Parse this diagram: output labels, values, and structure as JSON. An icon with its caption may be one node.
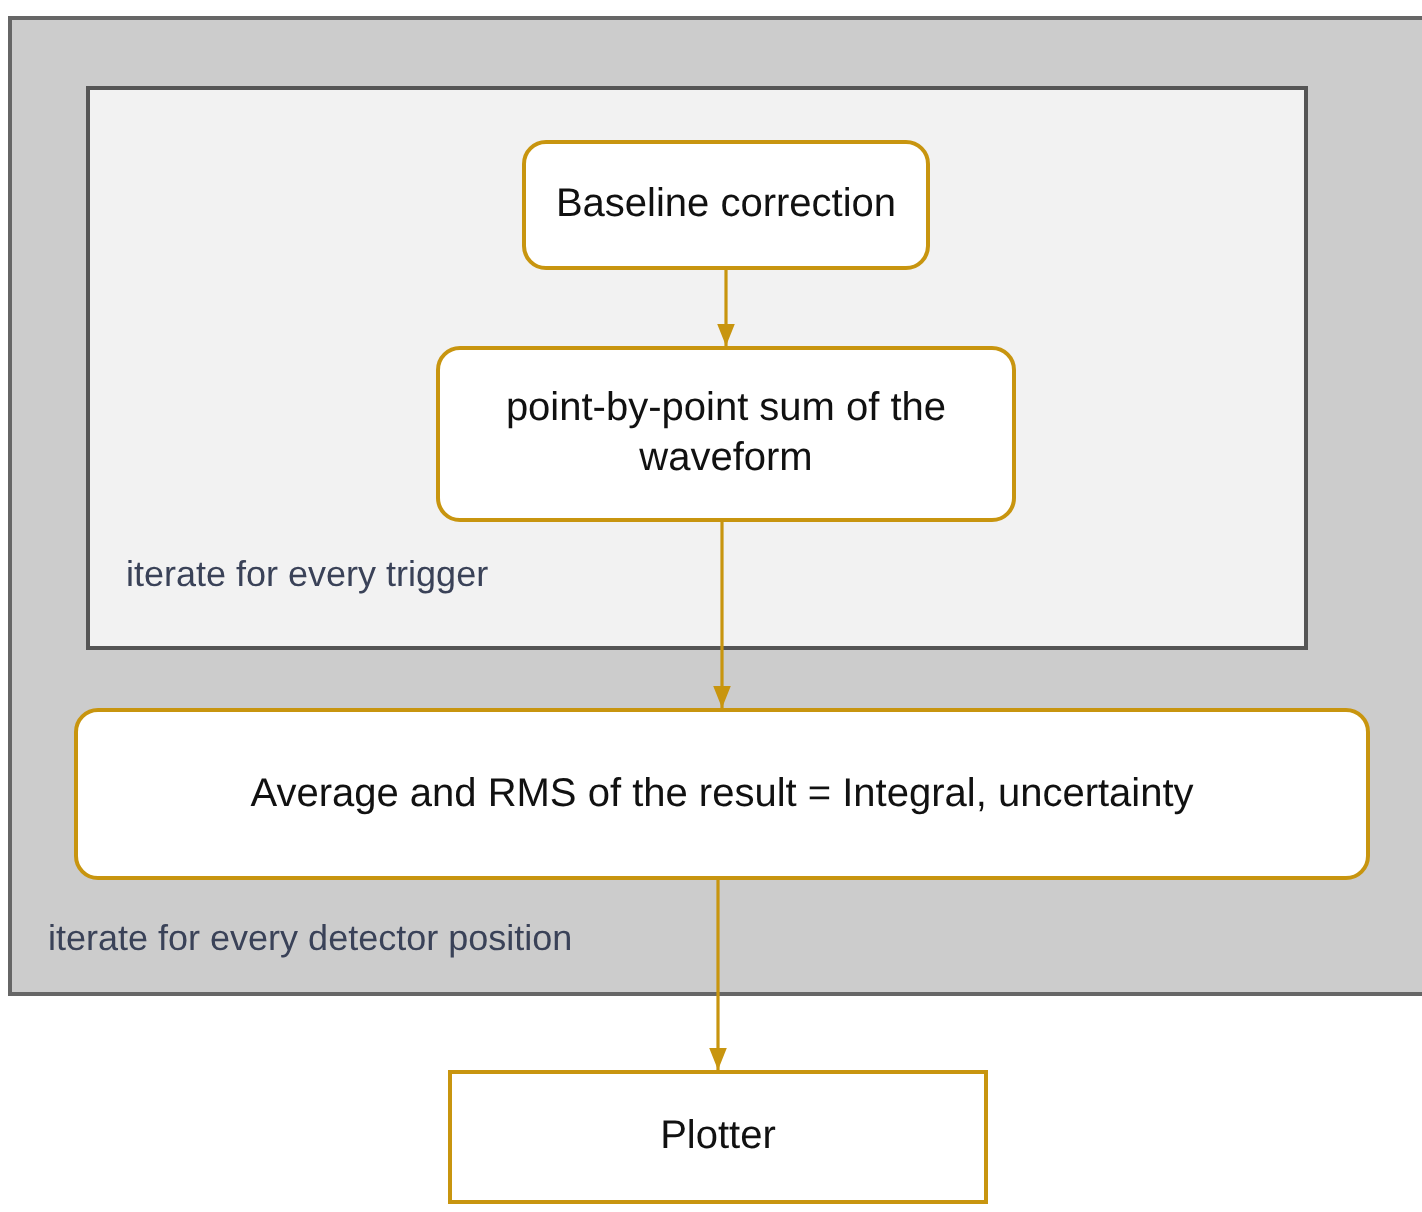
{
  "diagram": {
    "nodes": [
      {
        "text": [
          "iterate for every detector position"
        ]
      },
      {
        "text": [
          "iterate for every trigger"
        ],
        "in": 0
      },
      {
        "text": [
          "Baseline correction"
        ],
        "in": 1
      },
      {
        "text": [
          "point-by-point sum of the waveform"
        ],
        "in": 1
      },
      {
        "text": [
          "Average and RMS of the result = Integral, uncertainty"
        ],
        "in": 0
      },
      {
        "text": [
          "Plotter"
        ]
      }
    ],
    "edges": [
      {
        "from": 2,
        "to": 3,
        "arrow": "to"
      },
      {
        "from": 3,
        "to": 4,
        "arrow": "to"
      },
      {
        "from": 4,
        "to": 5,
        "arrow": "to"
      }
    ]
  }
}
